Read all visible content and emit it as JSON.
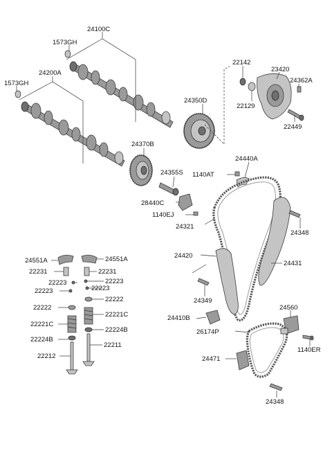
{
  "diagram": {
    "labels": {
      "camshaft_exhaust": "24100C",
      "bolt_upper": "1573GH",
      "camshaft_intake": "24200A",
      "bolt_lower": "1573GH",
      "sprocket_cam": "24350D",
      "seal_22142": "22142",
      "cover_23420": "23420",
      "bolt_24362A": "24362A",
      "washer_22129": "22129",
      "bolt_22449": "22449",
      "sprocket_24370B": "24370B",
      "bolt_24355S": "24355S",
      "bolt_1140AT": "1140AT",
      "guide_24440A": "24440A",
      "tensioner_28440C": "28440C",
      "bolt_1140EJ": "1140EJ",
      "chain_24321": "24321",
      "bolt_24348_upper": "24348",
      "lever_24420": "24420",
      "guide_24431": "24431",
      "bolt_24349": "24349",
      "tensioner_24410B": "24410B",
      "chain_26174P": "26174P",
      "tensioner_24560": "24560",
      "bolt_1140ER": "1140ER",
      "lever_24471": "24471",
      "bolt_24348_lower": "24348",
      "rocker_left": "24551A",
      "rocker_right": "24551A",
      "lash_left": "22231",
      "lash_right": "22231",
      "key_left": "22223",
      "key_right": "22223",
      "key_left2": "22223",
      "key_right2": "22223",
      "retainer_left": "22222",
      "retainer_right": "22222",
      "spring_left": "22221C",
      "spring_right": "22221C",
      "seat_left": "22224B",
      "seat_right": "22224B",
      "valve_left": "22212",
      "valve_right": "22211"
    }
  }
}
